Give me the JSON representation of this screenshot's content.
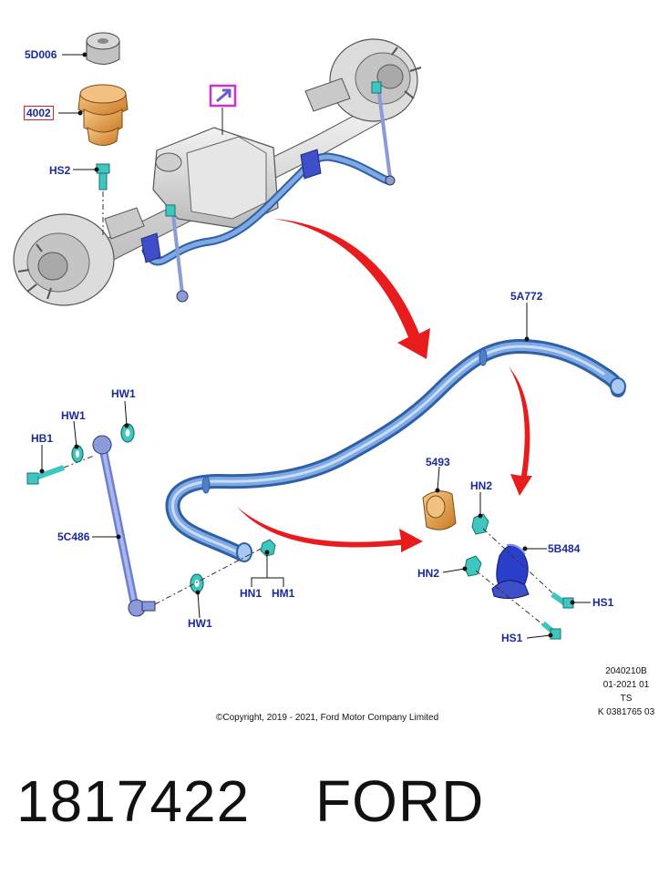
{
  "callouts": {
    "c5D006": "5D006",
    "c4002": "4002",
    "cHS2": "HS2",
    "c5A772": "5A772",
    "cHW1_top": "HW1",
    "cHW1_left": "HW1",
    "cHB1": "HB1",
    "c5C486": "5C486",
    "cHN1": "HN1",
    "cHM1": "HM1",
    "cHW1_bottom": "HW1",
    "c5493": "5493",
    "cHN2_top": "HN2",
    "c5B484": "5B484",
    "cHN2_left": "HN2",
    "cHS1_right": "HS1",
    "cHS1_bottom": "HS1"
  },
  "colors": {
    "callout_text": "#1a2a9c",
    "highlight_box": "#e01b1b",
    "arrow": "#e81c1c",
    "stabilizer_bar": "#5b8fd6",
    "bushing": "#e8a04a",
    "fastener": "#3ec7c0",
    "axle": "#d9d9d9",
    "view_icon": "#cc33cc"
  },
  "icons": {
    "view_indicator": "view-direction-icon"
  },
  "footer": {
    "copyright": "©Copyright, 2019 - 2021, Ford Motor Company Limited",
    "ref_id": "2040210B",
    "date_code": "01-2021 01",
    "region": "TS",
    "doc_code": "K 0381765 03"
  },
  "part": {
    "number": "1817422",
    "brand": "FORD"
  }
}
